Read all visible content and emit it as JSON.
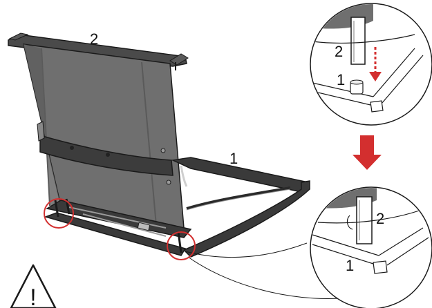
{
  "labels": {
    "main_back": "2",
    "main_frame": "1",
    "top_post": "2",
    "top_peg": "1",
    "bottom_post": "2",
    "bottom_peg": "1"
  },
  "warning": {
    "symbol": "!"
  },
  "colors": {
    "fabric": "#6f6f6f",
    "fabric_dark": "#555555",
    "frame": "#3a3a3a",
    "outline": "#1a1a1a",
    "highlight_circle": "#d32f2f",
    "arrow": "#d32f2f",
    "detail_bg": "#ffffff"
  },
  "icons": {
    "down_arrow": "arrow-down-icon",
    "warning": "warning-icon"
  }
}
